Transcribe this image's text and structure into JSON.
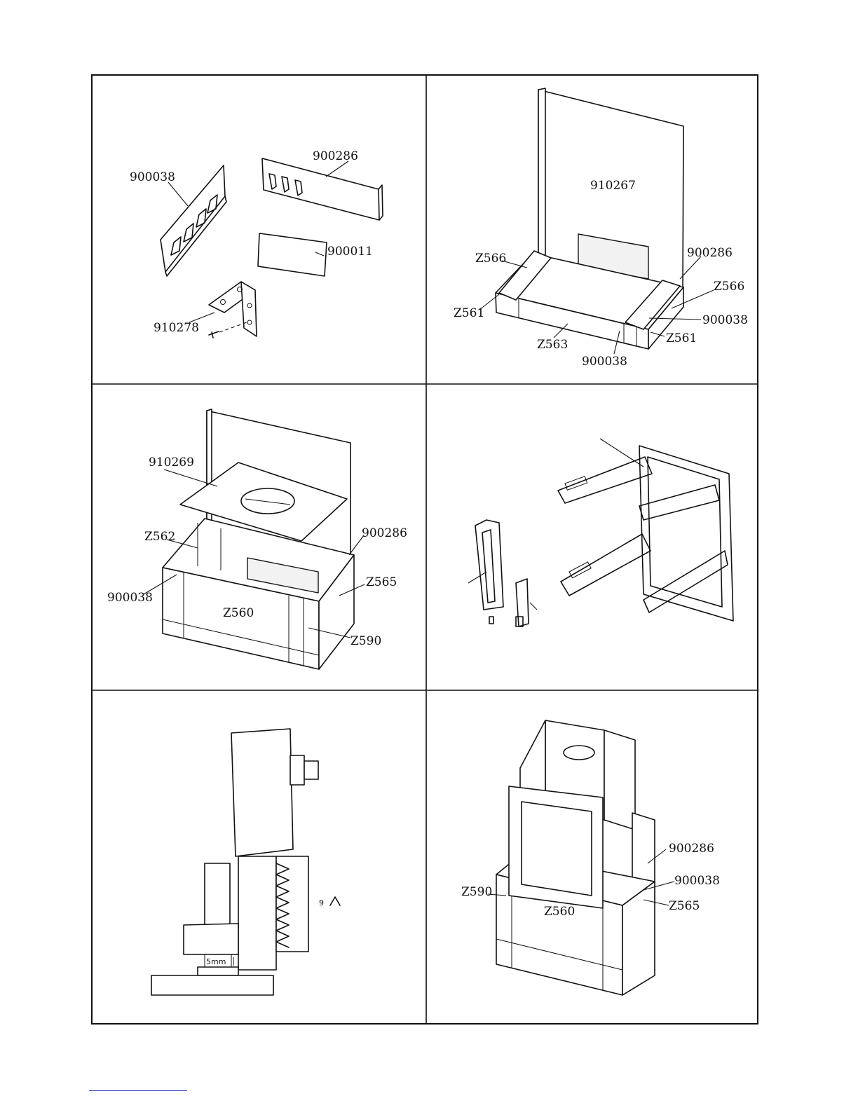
{
  "panels": {
    "panel_1": {
      "labels": [
        "900038",
        "900286",
        "900011",
        "910278"
      ]
    },
    "panel_2": {
      "labels": [
        "910267",
        "Z566",
        "Z561",
        "Z563",
        "900038",
        "900286",
        "Z566",
        "900038",
        "Z561"
      ]
    },
    "panel_3": {
      "labels": [
        "910269",
        "Z562",
        "900286",
        "900038",
        "Z565",
        "Z560",
        "Z590"
      ]
    },
    "panel_4": {
      "labels": []
    },
    "panel_5": {
      "labels": [
        "9",
        "5mm"
      ]
    },
    "panel_6": {
      "labels": [
        "900286",
        "900038",
        "Z590",
        "Z560",
        "Z565"
      ]
    }
  },
  "colors": {
    "line": "#111111",
    "footer_rule": "#2a3fbf"
  }
}
